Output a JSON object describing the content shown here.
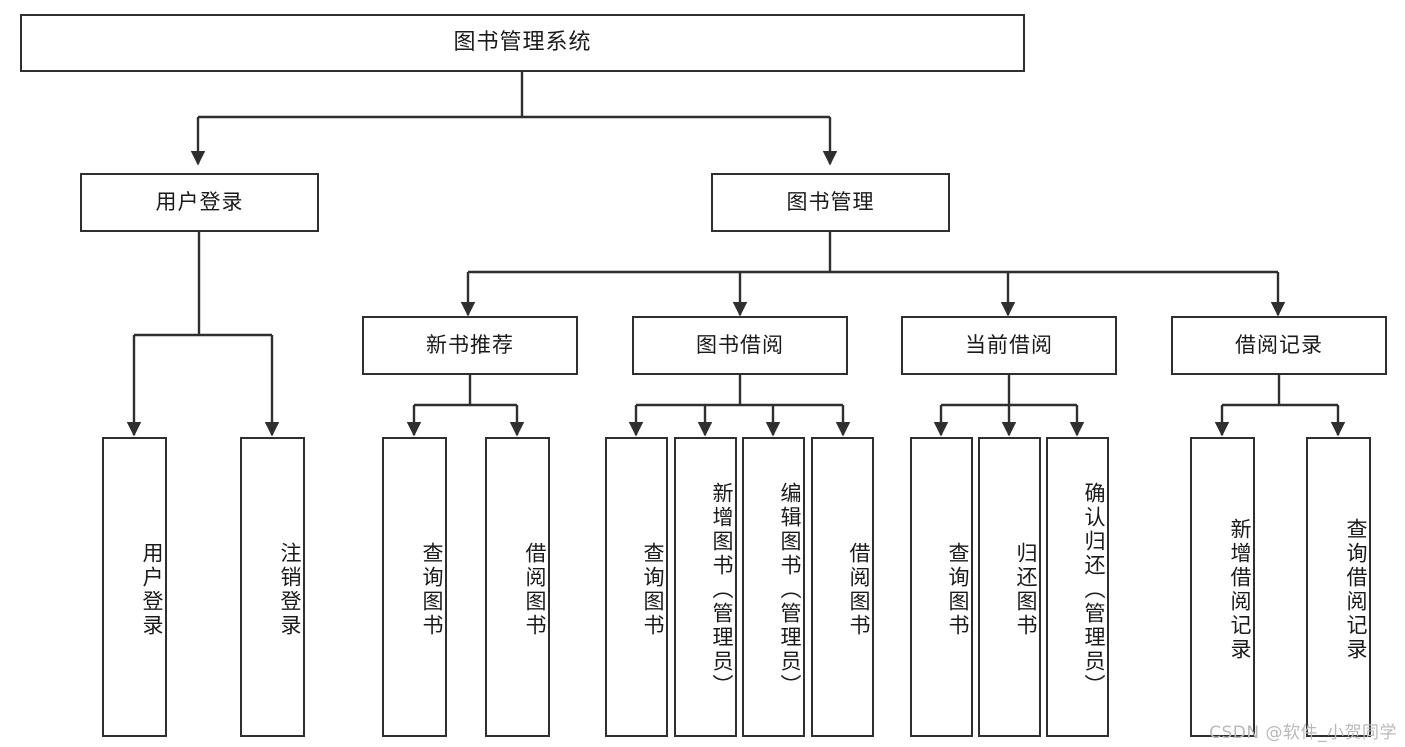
{
  "diagram": {
    "title": "图书管理系统",
    "type": "tree-hierarchy",
    "root": {
      "id": "root",
      "label": "图书管理系统"
    },
    "level2": [
      {
        "id": "user-login",
        "label": "用户登录"
      },
      {
        "id": "book-manage",
        "label": "图书管理"
      }
    ],
    "level3": [
      {
        "id": "new-book-rec",
        "label": "新书推荐",
        "parent": "book-manage"
      },
      {
        "id": "book-borrow",
        "label": "图书借阅",
        "parent": "book-manage"
      },
      {
        "id": "current-borrow",
        "label": "当前借阅",
        "parent": "book-manage"
      },
      {
        "id": "borrow-record",
        "label": "借阅记录",
        "parent": "book-manage"
      }
    ],
    "leaves": [
      {
        "id": "leaf-user-login",
        "label": "用户登录",
        "parent": "user-login"
      },
      {
        "id": "leaf-user-logout",
        "label": "注销登录",
        "parent": "user-login"
      },
      {
        "id": "leaf-rec-query",
        "label": "查询图书",
        "parent": "new-book-rec"
      },
      {
        "id": "leaf-rec-borrow",
        "label": "借阅图书",
        "parent": "new-book-rec"
      },
      {
        "id": "leaf-borrow-query",
        "label": "查询图书",
        "parent": "book-borrow"
      },
      {
        "id": "leaf-borrow-add",
        "label": "新增图书（管理员）",
        "parent": "book-borrow"
      },
      {
        "id": "leaf-borrow-edit",
        "label": "编辑图书（管理员）",
        "parent": "book-borrow"
      },
      {
        "id": "leaf-borrow-lend",
        "label": "借阅图书",
        "parent": "book-borrow"
      },
      {
        "id": "leaf-cur-query",
        "label": "查询图书",
        "parent": "current-borrow"
      },
      {
        "id": "leaf-cur-return",
        "label": "归还图书",
        "parent": "current-borrow"
      },
      {
        "id": "leaf-cur-confirm",
        "label": "确认归还（管理员）",
        "parent": "current-borrow"
      },
      {
        "id": "leaf-rec-add",
        "label": "新增借阅记录",
        "parent": "borrow-record"
      },
      {
        "id": "leaf-rec-query2",
        "label": "查询借阅记录",
        "parent": "borrow-record"
      }
    ],
    "watermark": "CSDN @软件_小贺同学",
    "colors": {
      "background": "#ffffff",
      "box_border": "#2f2f2f",
      "box_fill": "#ffffff",
      "connector": "#2f2f2f",
      "text": "#1a1a1a",
      "watermark": "#b9b9b9"
    }
  }
}
